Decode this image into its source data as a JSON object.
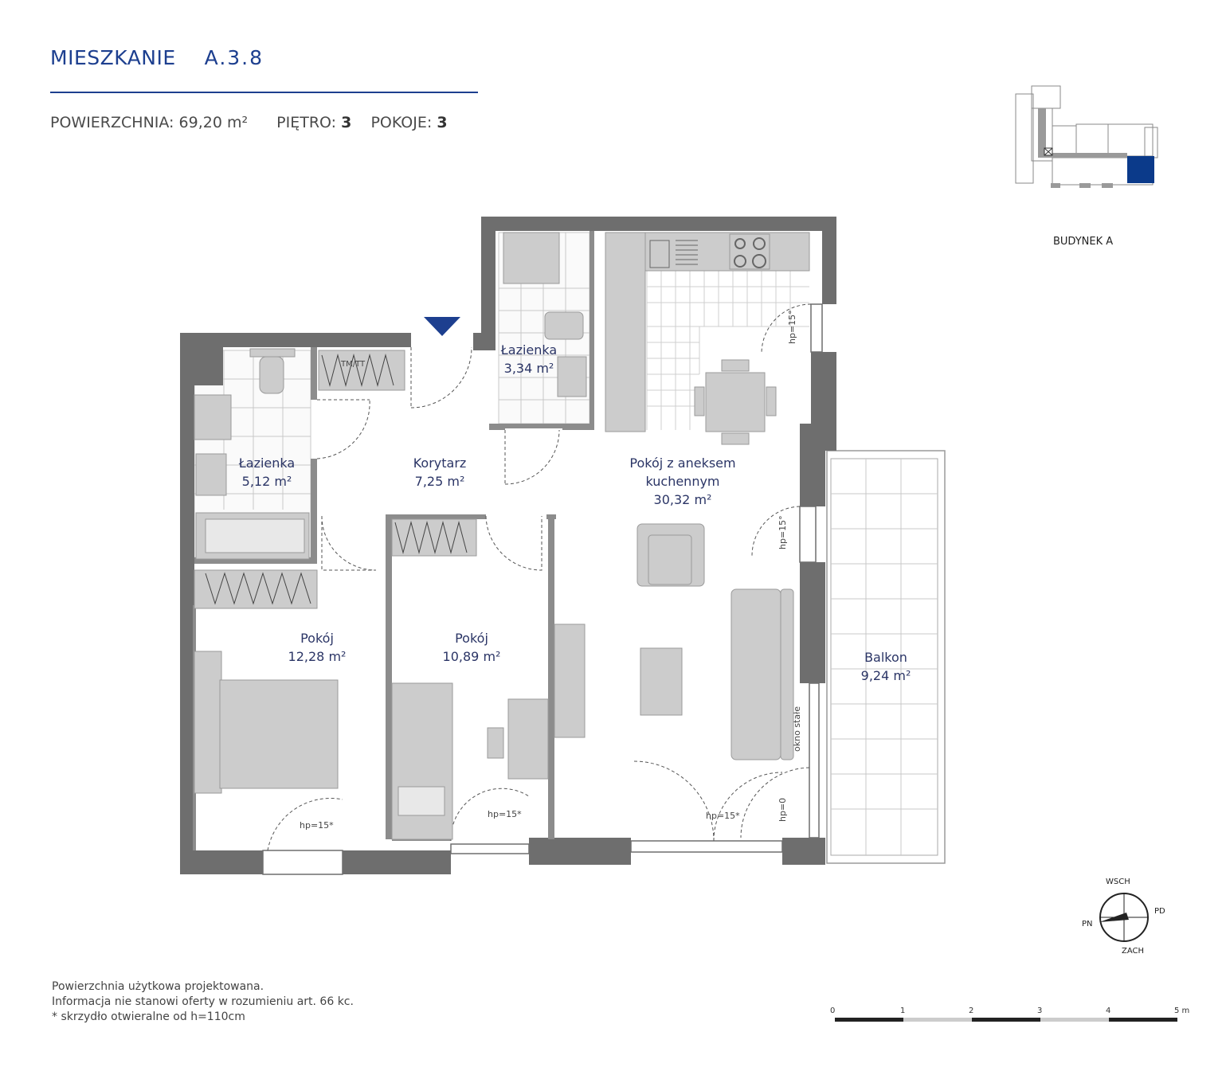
{
  "header": {
    "title_word": "MIESZKANIE",
    "title_code": "A.3.8",
    "area_label": "POWIERZCHNIA:",
    "area_value": "69,20 m²",
    "floor_label": "PIĘTRO:",
    "floor_value": "3",
    "rooms_label": "POKOJE:",
    "rooms_value": "3"
  },
  "building": {
    "label": "BUDYNEK A"
  },
  "rooms": {
    "bath_large": {
      "name": "Łazienka",
      "area": "5,12 m²"
    },
    "corridor": {
      "name": "Korytarz",
      "area": "7,25 m²"
    },
    "bath_small": {
      "name": "Łazienka",
      "area": "3,34 m²"
    },
    "living_line1": "Pokój z aneksem",
    "living_line2": "kuchennym",
    "living_area": "30,32 m²",
    "room1": {
      "name": "Pokój",
      "area": "12,28 m²"
    },
    "room2": {
      "name": "Pokój",
      "area": "10,89 m²"
    },
    "balcony": {
      "name": "Balkon",
      "area": "9,24 m²"
    }
  },
  "fixtures": {
    "washer_label": "TM/TT"
  },
  "annotations": {
    "hp15": "hp=15*",
    "hp15_alt": "hp=15°",
    "hp0": "hp=0",
    "fixed_window": "okno stałe"
  },
  "compass": {
    "n": "WSCH",
    "e": "PD",
    "s": "ZACH",
    "w": "PN"
  },
  "scale": {
    "ticks": [
      "0",
      "1",
      "2",
      "3",
      "4",
      "5 m"
    ]
  },
  "notes": {
    "line1": "Powierzchnia użytkowa projektowana.",
    "line2": "Informacja nie stanowi oferty w rozumieniu art. 66 kc.",
    "line3": "* skrzydło otwieralne od h=110cm"
  },
  "colors": {
    "title_blue": "#1d3f8f",
    "wall": "#6e6e6e",
    "furniture": "#bdbdbd",
    "highlight_unit": "#0b3a8a"
  }
}
